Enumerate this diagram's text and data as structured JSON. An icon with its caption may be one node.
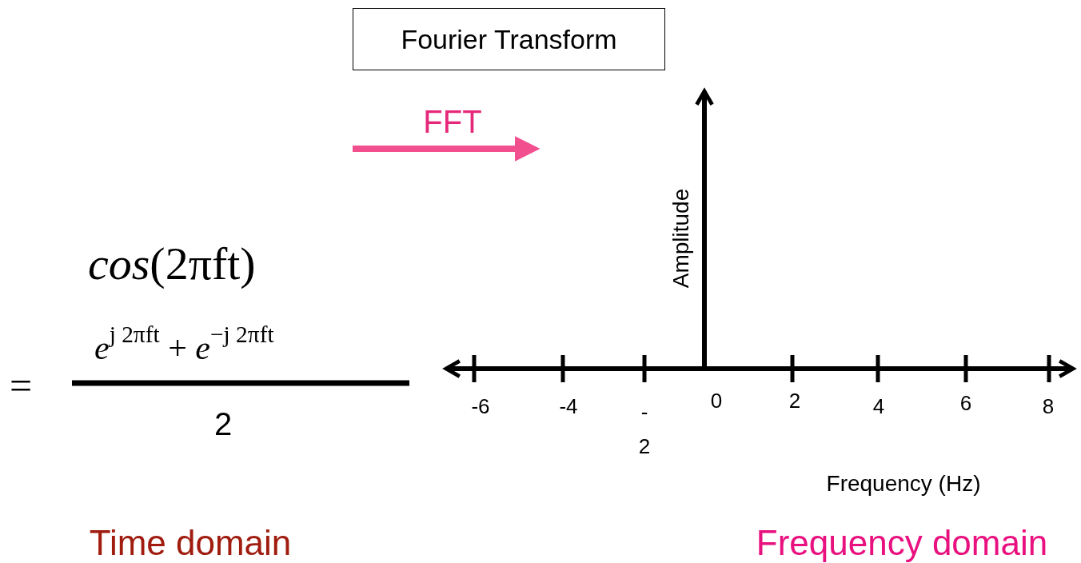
{
  "diagram": {
    "nodes": [
      {
        "text": [
          "Fourier Transform"
        ]
      }
    ],
    "labels": [
      "FFT",
      "*cos*(2πft)",
      "=",
      "*e*$^{j 2πft}$ + *e*$^{−j 2πft}$",
      "2",
      "Amplitude",
      "-6",
      "-4",
      "-2",
      "0",
      "2",
      "4",
      "6",
      "8",
      "Frequency (Hz)",
      "Time domain",
      "Frequency domain"
    ]
  }
}
